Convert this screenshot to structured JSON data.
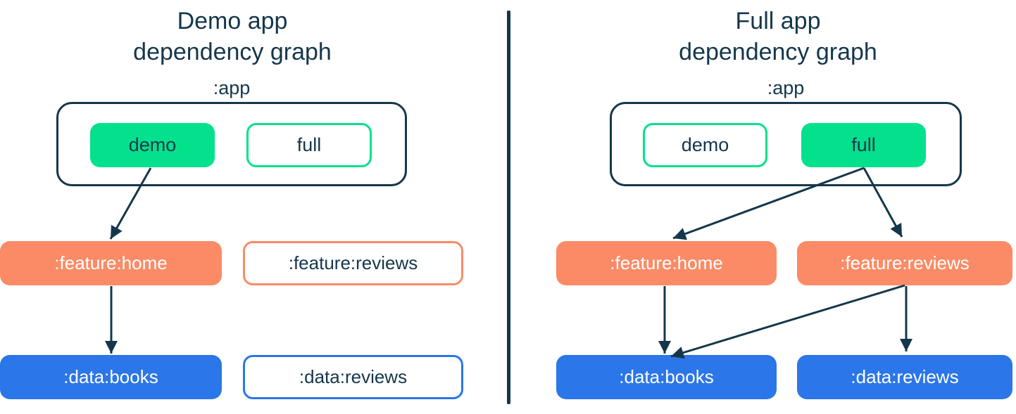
{
  "colors": {
    "navy": "#15374B",
    "green": "#04E18C",
    "orange": "#FA8B66",
    "blue": "#2B76E8",
    "background": "#FFFFFF",
    "filled_box_text": "#FFFFFF"
  },
  "left_panel": {
    "title": "Demo app\ndependency graph",
    "app_group": {
      "label": ":app",
      "variants": [
        {
          "label": "demo",
          "style": "filled-green"
        },
        {
          "label": "full",
          "style": "outlined-green"
        }
      ]
    },
    "feature_modules": [
      {
        "label": ":feature:home",
        "style": "filled-orange"
      },
      {
        "label": ":feature:reviews",
        "style": "outlined-orange"
      }
    ],
    "data_modules": [
      {
        "label": ":data:books",
        "style": "filled-blue"
      },
      {
        "label": ":data:reviews",
        "style": "outlined-blue"
      }
    ],
    "edges": [
      {
        "from": "demo",
        "to": ":feature:home"
      },
      {
        "from": ":feature:home",
        "to": ":data:books"
      }
    ]
  },
  "right_panel": {
    "title": "Full app\ndependency graph",
    "app_group": {
      "label": ":app",
      "variants": [
        {
          "label": "demo",
          "style": "outlined-green"
        },
        {
          "label": "full",
          "style": "filled-green"
        }
      ]
    },
    "feature_modules": [
      {
        "label": ":feature:home",
        "style": "filled-orange"
      },
      {
        "label": ":feature:reviews",
        "style": "filled-orange"
      }
    ],
    "data_modules": [
      {
        "label": ":data:books",
        "style": "filled-blue"
      },
      {
        "label": ":data:reviews",
        "style": "filled-blue"
      }
    ],
    "edges": [
      {
        "from": "full",
        "to": ":feature:home"
      },
      {
        "from": "full",
        "to": ":feature:reviews"
      },
      {
        "from": ":feature:home",
        "to": ":data:books"
      },
      {
        "from": ":feature:reviews",
        "to": ":data:books"
      },
      {
        "from": ":feature:reviews",
        "to": ":data:reviews"
      }
    ]
  }
}
